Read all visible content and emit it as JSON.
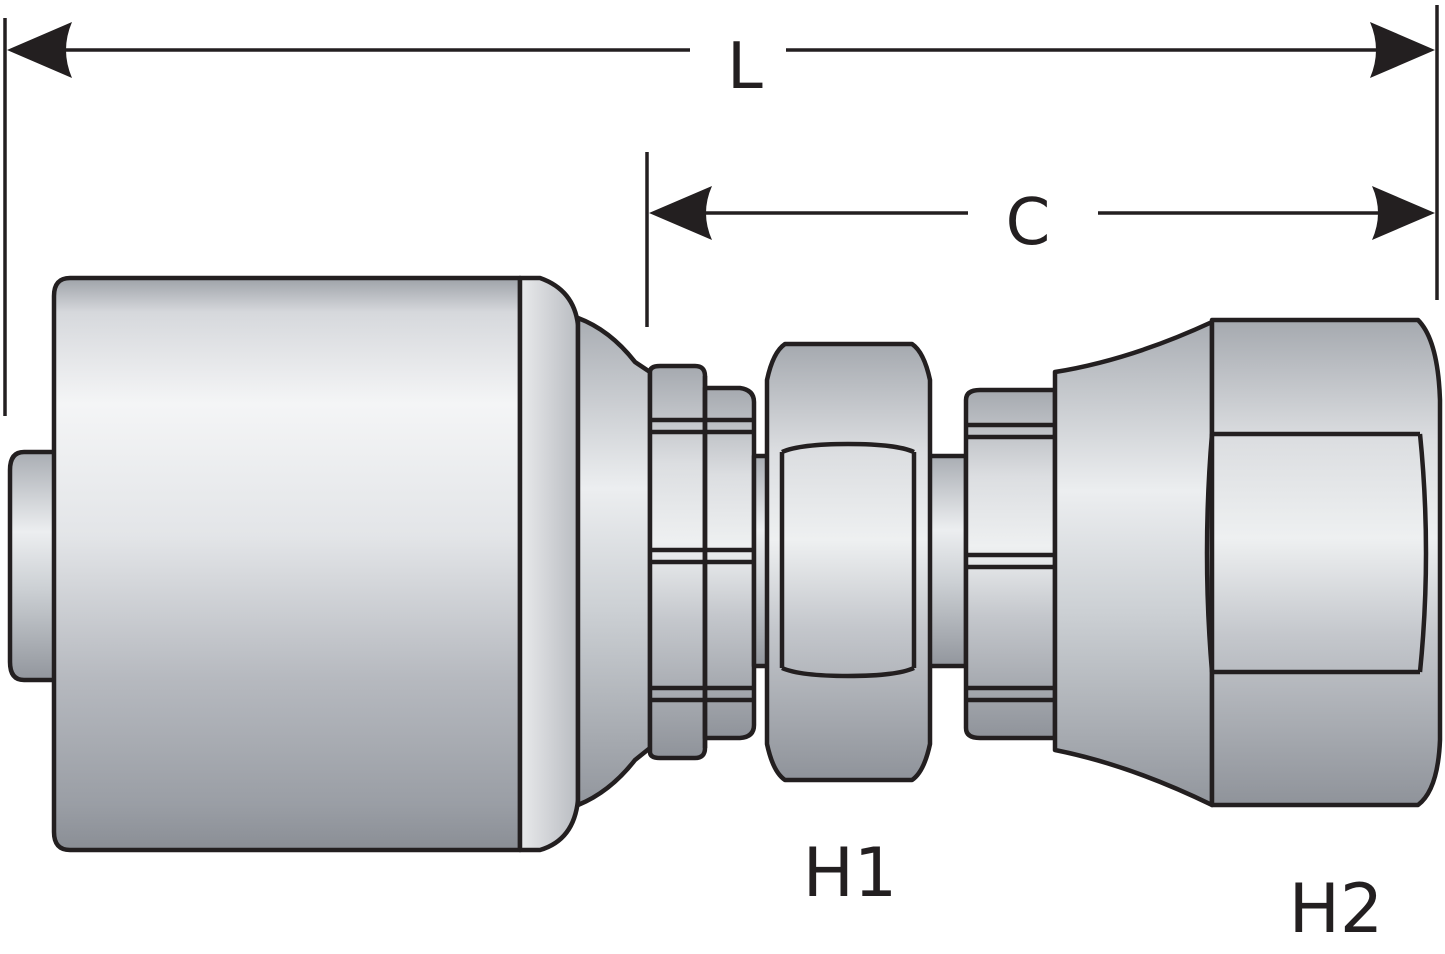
{
  "dimensions": {
    "overall_length_label": "L",
    "cutoff_length_label": "C"
  },
  "hex_labels": {
    "h1": "H1",
    "h2": "H2"
  },
  "colors": {
    "outline": "#231f20",
    "metal_light": "#f2f3f5",
    "metal_mid": "#c3c6cc",
    "metal_dark": "#8e9299",
    "background": "#ffffff"
  }
}
